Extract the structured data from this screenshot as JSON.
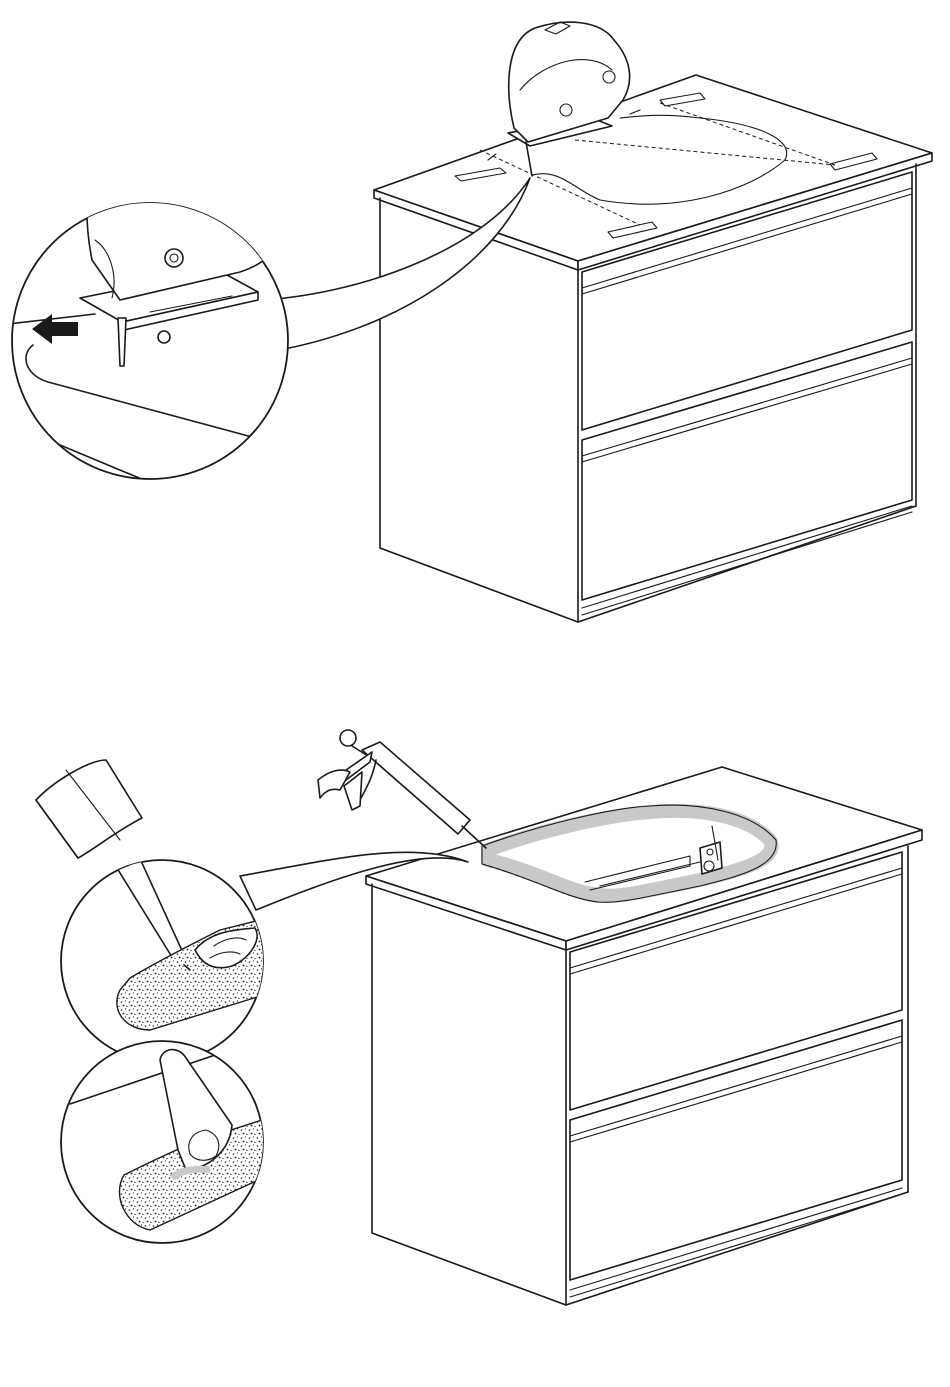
{
  "figure": {
    "kind": "assembly-instruction-illustration",
    "text_labels": [],
    "colors": {
      "line": "#1a1a1a",
      "background": "#ffffff",
      "sealant": "#c9c9c9"
    },
    "steps": [
      {
        "id": "cut-countertop",
        "shows": [
          "jigsaw-icon",
          "cabinet-icon",
          "cut-direction-arrow-icon"
        ]
      },
      {
        "id": "apply-sealant",
        "shows": [
          "caulking-gun-icon",
          "sink-cutout",
          "finger-smoothing-icon"
        ]
      }
    ]
  }
}
